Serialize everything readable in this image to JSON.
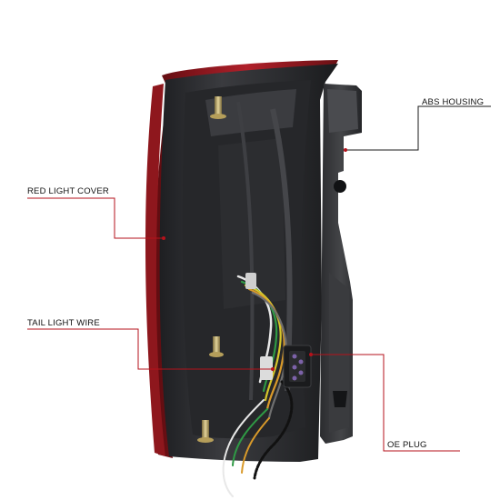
{
  "callouts": {
    "abs_housing": "ABS HOUSING",
    "red_light_cover": "RED LIGHT COVER",
    "tail_light_wire": "TAIL LIGHT WIRE",
    "oe_plug": "OE PLUG"
  },
  "colors": {
    "leader_line": "#b5121b",
    "cover_red": "#9e1c22",
    "housing": "#2f3033"
  }
}
